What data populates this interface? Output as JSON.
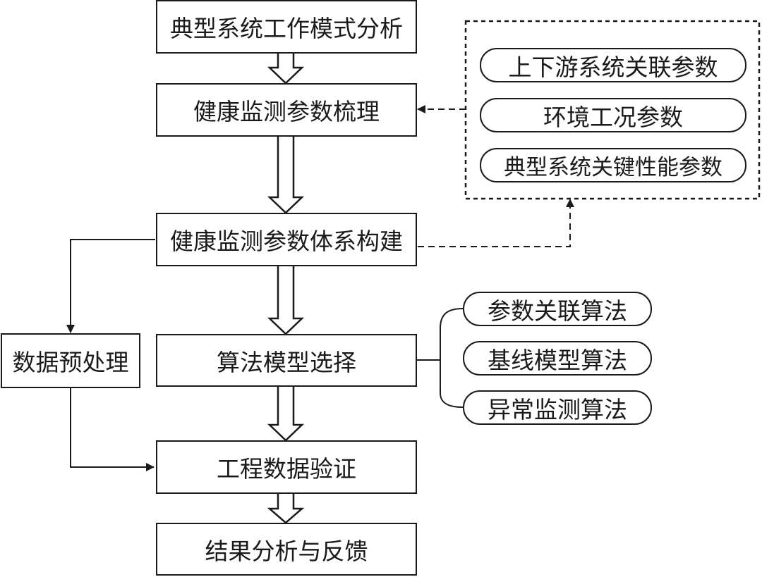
{
  "flow": {
    "step1": "典型系统工作模式分析",
    "step2": "健康监测参数梳理",
    "step3": "健康监测参数体系构建",
    "step4": "算法模型选择",
    "step5": "工程数据验证",
    "step6": "结果分析与反馈",
    "preprocess": "数据预处理"
  },
  "parameter_group": {
    "items": [
      "上下游系统关联参数",
      "环境工况参数",
      "典型系统关键性能参数"
    ]
  },
  "algorithm_group": {
    "items": [
      "参数关联算法",
      "基线模型算法",
      "异常监测算法"
    ]
  },
  "colors": {
    "stroke": "#1a1a1a",
    "background": "#ffffff"
  }
}
